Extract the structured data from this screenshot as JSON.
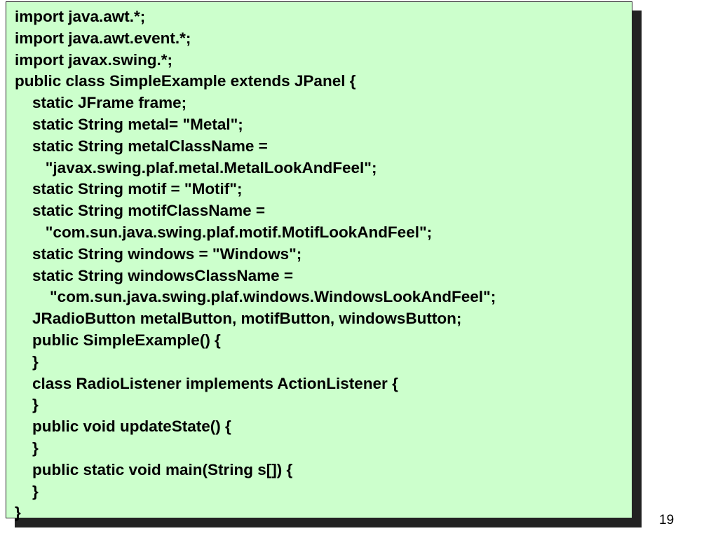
{
  "slide": {
    "code_lines": [
      "import java.awt.*;",
      "import java.awt.event.*;",
      "import javax.swing.*;",
      "public class SimpleExample extends JPanel {",
      "    static JFrame frame;",
      "    static String metal= \"Metal\";",
      "    static String metalClassName =",
      "       \"javax.swing.plaf.metal.MetalLookAndFeel\";",
      "    static String motif = \"Motif\";",
      "    static String motifClassName =",
      "       \"com.sun.java.swing.plaf.motif.MotifLookAndFeel\";",
      "    static String windows = \"Windows\";",
      "    static String windowsClassName =",
      "        \"com.sun.java.swing.plaf.windows.WindowsLookAndFeel\";",
      "    JRadioButton metalButton, motifButton, windowsButton;",
      "    public SimpleExample() {",
      "    }",
      "    class RadioListener implements ActionListener {",
      "    }",
      "    public void updateState() {",
      "    }",
      "    public static void main(String s[]) {",
      "    }",
      "}"
    ],
    "page_number": "19"
  },
  "colors": {
    "code_background": "#ccffcc",
    "shadow": "#222222",
    "text": "#000000"
  }
}
